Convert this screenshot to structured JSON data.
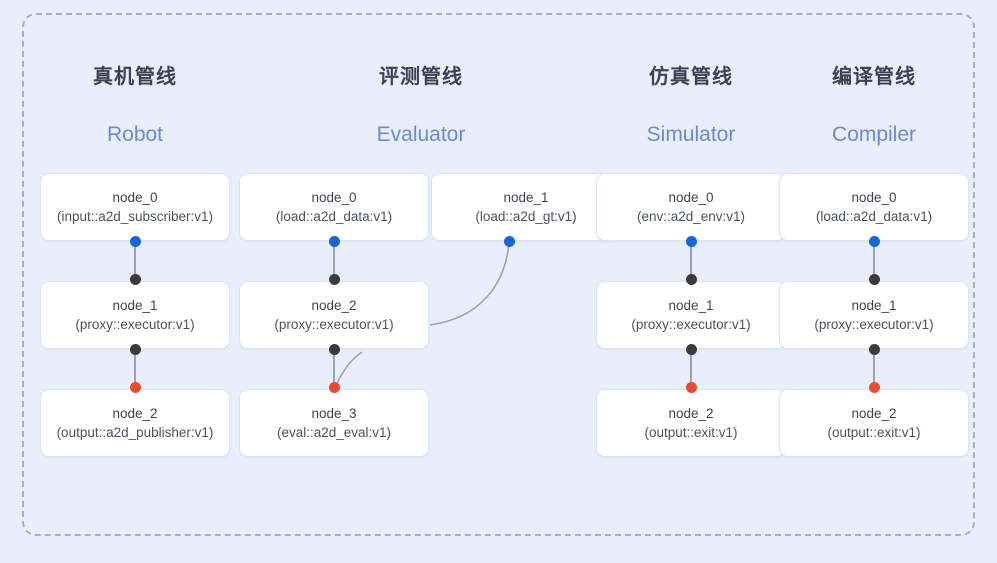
{
  "frame": {
    "border_style": "dashed",
    "border_color": "#a8b0c0",
    "background": "#e9eefa"
  },
  "palette": {
    "input_port": "#1667d4",
    "proxy_port": "#3b3b3b",
    "output_port": "#ea4a2f",
    "edge": "#9aa3b4",
    "title_cn": "#3c4250",
    "title_en": "#6b8ad4",
    "node_bg": "#ffffff",
    "node_border": "#dde3ef"
  },
  "columns": [
    {
      "id": "robot",
      "title_cn": "真机管线",
      "title_en": "Robot",
      "nodes": [
        {
          "name": "node_0",
          "type": "(input::a2d_subscriber:v1)"
        },
        {
          "name": "node_1",
          "type": "(proxy::executor:v1)"
        },
        {
          "name": "node_2",
          "type": "(output::a2d_publisher:v1)"
        }
      ]
    },
    {
      "id": "evaluator",
      "title_cn": "评测管线",
      "title_en": "Evaluator",
      "nodes": [
        {
          "name": "node_0",
          "type": "(load::a2d_data:v1)"
        },
        {
          "name": "node_1",
          "type": "(load::a2d_gt:v1)"
        },
        {
          "name": "node_2",
          "type": "(proxy::executor:v1)"
        },
        {
          "name": "node_3",
          "type": "(eval::a2d_eval:v1)"
        }
      ]
    },
    {
      "id": "simulator",
      "title_cn": "仿真管线",
      "title_en": "Simulator",
      "nodes": [
        {
          "name": "node_0",
          "type": "(env::a2d_env:v1)"
        },
        {
          "name": "node_1",
          "type": "(proxy::executor:v1)"
        },
        {
          "name": "node_2",
          "type": "(output::exit:v1)"
        }
      ]
    },
    {
      "id": "compiler",
      "title_cn": "编译管线",
      "title_en": "Compiler",
      "nodes": [
        {
          "name": "node_0",
          "type": "(load::a2d_data:v1)"
        },
        {
          "name": "node_1",
          "type": "(proxy::executor:v1)"
        },
        {
          "name": "node_2",
          "type": "(output::exit:v1)"
        }
      ]
    }
  ]
}
